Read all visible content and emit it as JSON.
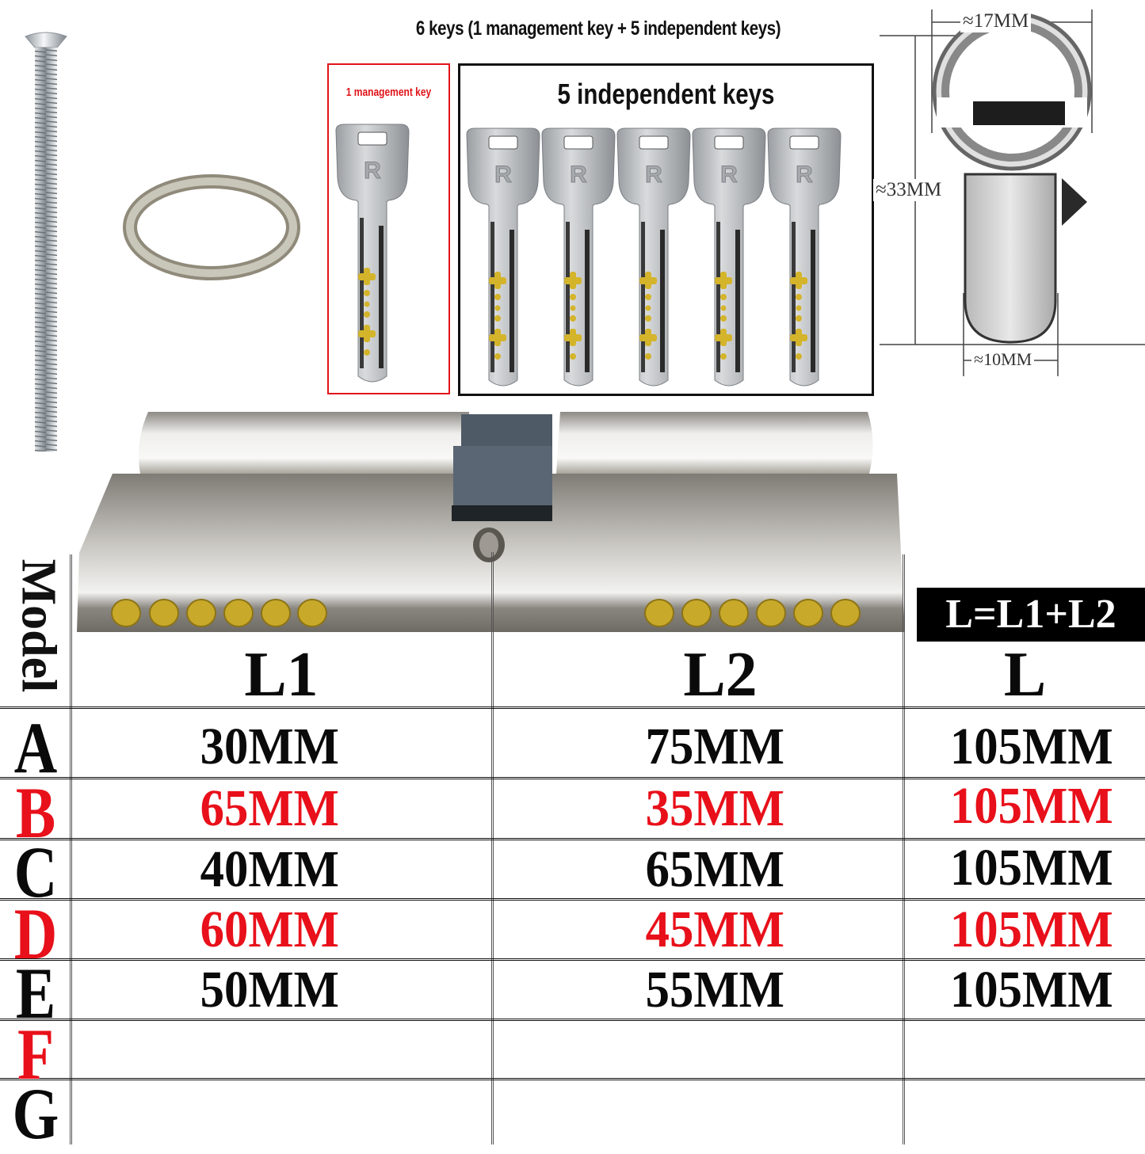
{
  "header": {
    "title": "6 keys (1 management key + 5 independent keys)"
  },
  "keys": {
    "management_label": "1 management key",
    "independent_label": "5 independent keys",
    "management_count": 1,
    "independent_count": 5,
    "key_logo": "R"
  },
  "accessories": {
    "screw_icon": "screw-icon",
    "ring_icon": "key-ring-icon"
  },
  "cylinder_front": {
    "width_top": "≈17MM",
    "height": "≈33MM",
    "width_bottom": "≈10MM"
  },
  "table": {
    "model_label": "Model",
    "formula": "L=L1+L2",
    "headers": [
      "L1",
      "L2",
      "L"
    ],
    "rows": [
      {
        "model": "A",
        "l1": "30MM",
        "l2": "75MM",
        "l": "105MM",
        "color": "#0a0a0a"
      },
      {
        "model": "B",
        "l1": "65MM",
        "l2": "35MM",
        "l": "105MM",
        "color": "#e8101a"
      },
      {
        "model": "C",
        "l1": "40MM",
        "l2": "65MM",
        "l": "105MM",
        "color": "#0a0a0a"
      },
      {
        "model": "D",
        "l1": "60MM",
        "l2": "45MM",
        "l": "105MM",
        "color": "#e8101a"
      },
      {
        "model": "E",
        "l1": "50MM",
        "l2": "55MM",
        "l": "105MM",
        "color": "#0a0a0a"
      },
      {
        "model": "F",
        "l1": "",
        "l2": "",
        "l": "",
        "color": "#e8101a"
      },
      {
        "model": "G",
        "l1": "",
        "l2": "",
        "l": "",
        "color": "#0a0a0a"
      }
    ]
  },
  "colors": {
    "accent_red": "#e8101a",
    "text_black": "#0a0a0a",
    "brass_pin": "#c9a92a",
    "metal": "#c8c8c8"
  }
}
